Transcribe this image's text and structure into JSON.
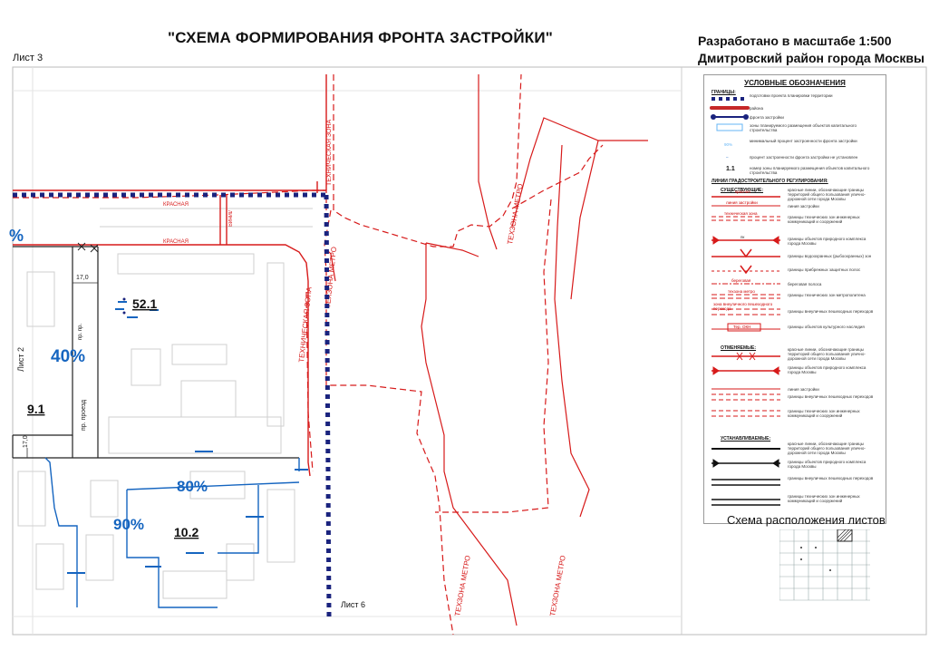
{
  "header": {
    "title": "\"СХЕМА ФОРМИРОВАНИЯ ФРОНТА ЗАСТРОЙКИ\"",
    "scale": "Разработано в масштабе 1:500",
    "district": "Дмитровский район города Москвы",
    "sheet_top_left": "Лист 3"
  },
  "map": {
    "sheet_left": "Лист 2",
    "sheet_bottom": "Лист 6",
    "red_label_1": "КРАСНАЯ",
    "red_label_2": "КРАСНАЯ",
    "red_label_vert": "ЛИНИЯ",
    "techzone_1": "ТЕХЗОНА МЕТРО",
    "techzone_2": "ТЕХЗОНА МЕТРО",
    "techzone_3": "ТЕХЗОНА МЕТРО",
    "techzone_4": "ТЕХЗОНА МЕТРО",
    "techzone_5": "ТЕХНИЧЕСКАЯ ЗОНА",
    "techzone_6": "ТЕХНИЧЕСКАЯ ЗОНА",
    "zone_52_1": "52.1",
    "zone_9_1": "9.1",
    "zone_10_2": "10.2",
    "pct_40": "40%",
    "pct_80": "80%",
    "pct_90": "90%",
    "pct_edge": "%",
    "dim_17_top": "17,0",
    "dim_17_left": "17,0",
    "passage": "пр. проезд",
    "passage_2": "пр. пр."
  },
  "legend": {
    "title": "УСЛОВНЫЕ ОБОЗНАЧЕНИЯ",
    "borders": "ГРАНИЦЫ:",
    "items": [
      "подготовки проекта планировки территории",
      "района",
      "фронта застройки",
      "зоны планируемого размещения объектов капитального строительства",
      "минимальный процент застроенности фронта застройки",
      "процент застроенности фронта застройки не установлен",
      "номер зоны планируемого размещения объектов капитального строительства"
    ],
    "pct_sample": "90%",
    "num_sample": "1.1",
    "dash_sample": "–",
    "regulation_lines": "ЛИНИИ ГРАДОСТРОИТЕЛЬНОГО РЕГУЛИРОВАНИЯ:",
    "existing": "СУЩЕСТВУЮЩИЕ:",
    "existing_items": [
      "красные линии, обозначающие границы территорий общего пользования улично-дорожной сети города Москвы",
      "линия застройки",
      "границы технических зон инженерных коммуникаций и сооружений",
      "границы объектов природного комплекса города Москвы",
      "границы водоохранных (рыбоохранных) зон",
      "границы прибрежных защитных полос",
      "береговая полоса",
      "границы технических зон метрополитена",
      "границы внеуличных пешеходных переходов",
      "границы объектов культурного наследия"
    ],
    "cancelled": "ОТМЕНЯЕМЫЕ:",
    "cancelled_items": [
      "красные линии, обозначающие границы территорий общего пользования улично-дорожной сети города Москвы",
      "границы объектов природного комплекса города Москвы",
      "линия застройки",
      "границы внеуличных пешеходных переходов",
      "границы технических зон инженерных коммуникаций и сооружений"
    ],
    "established": "УСТАНАВЛИВАЕМЫЕ:",
    "established_items": [
      "красные линии, обозначающие границы территорий общего пользования улично-дорожной сети города Москвы",
      "границы объектов природного комплекса города Москвы",
      "границы внеуличных пешеходных переходов",
      "границы технических зон инженерных коммуникаций и сооружений"
    ],
    "sym_red": "красная",
    "sym_build": "линия застройки",
    "sym_tech": "техническая зона",
    "sym_pk": "пк",
    "sym_metro": "техзона метро",
    "sym_bereg": "береговая",
    "sym_underpass": "зона внеуличного пешеходного перехода",
    "sym_heritage": "Тер. ОКН"
  },
  "scheme": {
    "title": "Схема расположения листов"
  }
}
